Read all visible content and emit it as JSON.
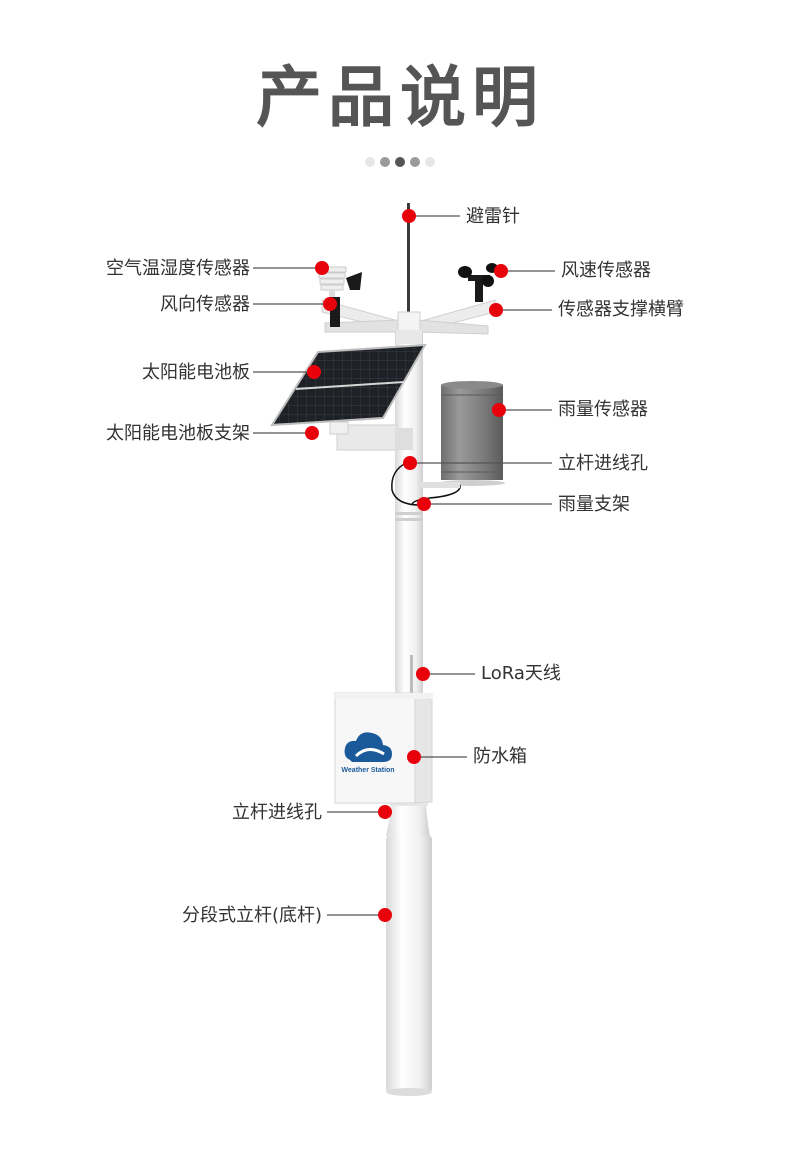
{
  "header": {
    "title": "产品说明",
    "pager_dots": [
      {
        "color": "#e6e6e6"
      },
      {
        "color": "#9a9a9a"
      },
      {
        "color": "#555555"
      },
      {
        "color": "#9a9a9a"
      },
      {
        "color": "#e6e6e6"
      }
    ]
  },
  "colors": {
    "marker": "#e8000b",
    "leader_line": "#555555",
    "label_text": "#333333",
    "logo_blue": "#1a5a9a"
  },
  "device": {
    "logo_text": "Weather Station"
  },
  "callouts": [
    {
      "id": "lightning-rod",
      "label": "避雷针",
      "side": "right"
    },
    {
      "id": "temp-humidity-sensor",
      "label": "空气温湿度传感器",
      "side": "left"
    },
    {
      "id": "wind-speed-sensor",
      "label": "风速传感器",
      "side": "right"
    },
    {
      "id": "wind-direction-sensor",
      "label": "风向传感器",
      "side": "left"
    },
    {
      "id": "sensor-crossarm",
      "label": "传感器支撑横臂",
      "side": "right"
    },
    {
      "id": "solar-panel",
      "label": "太阳能电池板",
      "side": "left"
    },
    {
      "id": "rain-sensor",
      "label": "雨量传感器",
      "side": "right"
    },
    {
      "id": "solar-panel-bracket",
      "label": "太阳能电池板支架",
      "side": "left"
    },
    {
      "id": "pole-cable-hole-upper",
      "label": "立杆进线孔",
      "side": "right"
    },
    {
      "id": "rain-bracket",
      "label": "雨量支架",
      "side": "right"
    },
    {
      "id": "lora-antenna",
      "label": "LoRa天线",
      "side": "right"
    },
    {
      "id": "waterproof-box",
      "label": "防水箱",
      "side": "right"
    },
    {
      "id": "pole-cable-hole-lower",
      "label": "立杆进线孔",
      "side": "left"
    },
    {
      "id": "segmented-pole",
      "label": "分段式立杆(底杆)",
      "side": "left"
    }
  ]
}
